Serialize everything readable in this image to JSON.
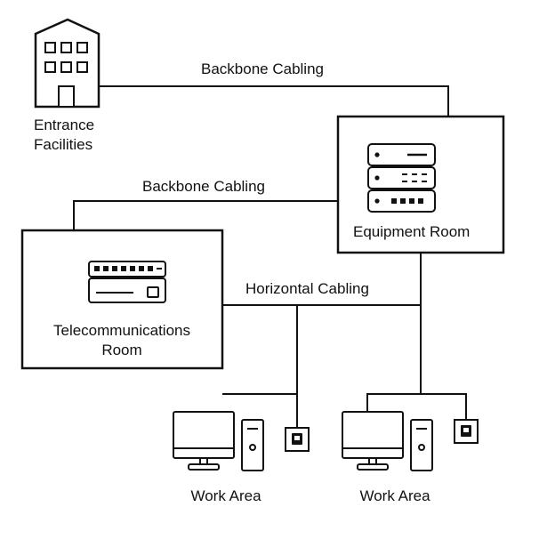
{
  "diagram": {
    "labels": {
      "entrance_line1": "Entrance",
      "entrance_line2": "Facilities",
      "backbone_top": "Backbone Cabling",
      "backbone_mid": "Backbone Cabling",
      "equipment_room": "Equipment Room",
      "horizontal": "Horizontal Cabling",
      "telecom_line1": "Telecommunications",
      "telecom_line2": "Room",
      "work_area_left": "Work Area",
      "work_area_right": "Work Area"
    },
    "nodes": [
      {
        "id": "entrance-facilities",
        "icon": "building-icon"
      },
      {
        "id": "equipment-room",
        "icon": "server-rack-icon"
      },
      {
        "id": "telecommunications-room",
        "icon": "patch-panel-icon"
      },
      {
        "id": "work-area-left",
        "icons": [
          "monitor-icon",
          "pc-tower-icon",
          "wall-outlet-icon"
        ]
      },
      {
        "id": "work-area-right",
        "icons": [
          "monitor-icon",
          "pc-tower-icon",
          "wall-outlet-icon"
        ]
      }
    ],
    "edges": [
      {
        "from": "entrance-facilities",
        "to": "equipment-room",
        "label": "Backbone Cabling"
      },
      {
        "from": "equipment-room",
        "to": "telecommunications-room",
        "label": "Backbone Cabling"
      },
      {
        "from": "telecommunications-room",
        "to": "work-area-left",
        "label": "Horizontal Cabling"
      },
      {
        "from": "equipment-room",
        "to": "work-area-right",
        "label": "Horizontal Cabling"
      }
    ]
  }
}
